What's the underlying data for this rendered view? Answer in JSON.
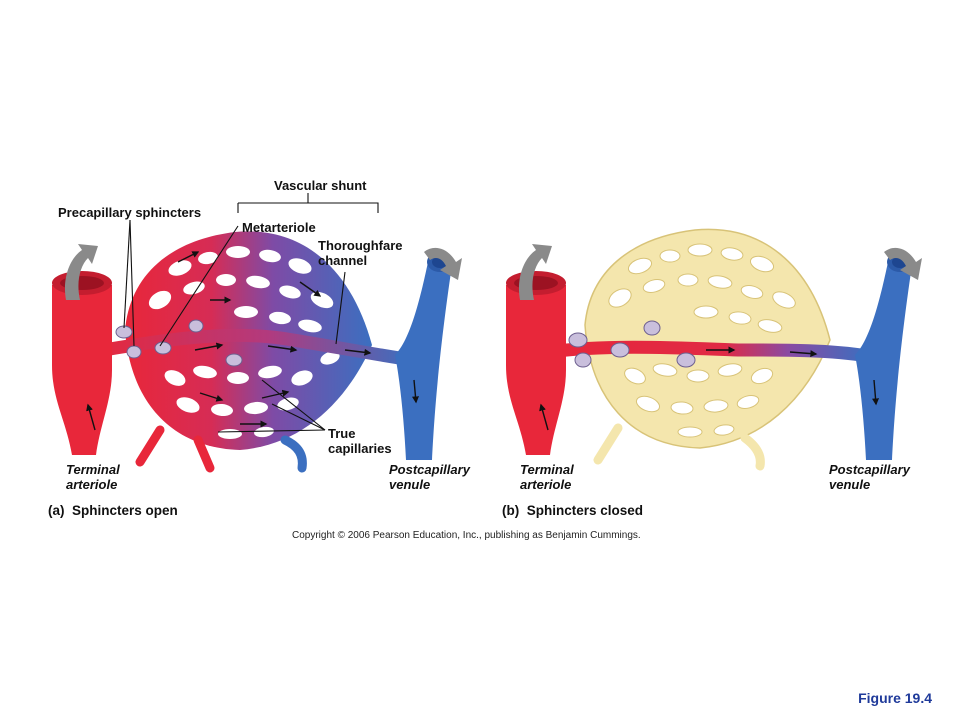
{
  "colors": {
    "arterial": "#e8273a",
    "venous": "#3b6fc0",
    "sphincter": "#c9bfdc",
    "closed_capillary": "#f4e6ad",
    "closed_capillary_edge": "#d8c378",
    "figure_number": "#1f3a9a"
  },
  "labels": {
    "vascular_shunt": "Vascular shunt",
    "precapillary_sphincters": "Precapillary sphincters",
    "metarteriole": "Metarteriole",
    "thoroughfare_channel": [
      "Thoroughfare",
      "channel"
    ],
    "true_capillaries": [
      "True",
      "capillaries"
    ],
    "terminal_arteriole": [
      "Terminal",
      "arteriole"
    ],
    "postcapillary_venule": [
      "Postcapillary",
      "venule"
    ]
  },
  "panels": {
    "a": {
      "letter": "(a)",
      "title": "Sphincters open"
    },
    "b": {
      "letter": "(b)",
      "title": "Sphincters closed"
    }
  },
  "copyright": "Copyright © 2006 Pearson Education, Inc., publishing as Benjamin Cummings.",
  "figure_number": "Figure 19.4"
}
